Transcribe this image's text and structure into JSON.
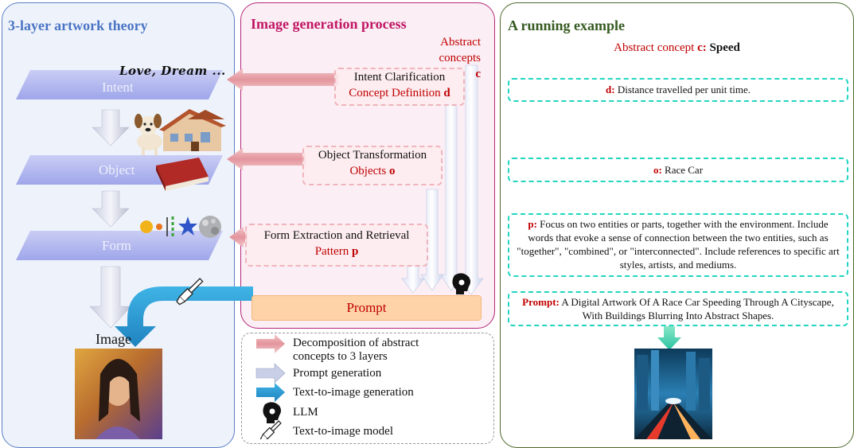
{
  "left_panel": {
    "title": "3-layer artwork theory",
    "layers": [
      "Intent",
      "Object",
      "Form"
    ],
    "handwritten": "Love, Dream ...",
    "image_label": "Image"
  },
  "middle_panel": {
    "title": "Image generation process",
    "abstract_concepts": {
      "line1": "Abstract",
      "line2": "concepts",
      "var": "c"
    },
    "intent_box": {
      "line1": "Intent Clarification",
      "line2": "Concept Definition",
      "var": "d"
    },
    "object_box": {
      "line1": "Object Transformation",
      "line2": "Objects",
      "var": "o"
    },
    "form_box": {
      "line1": "Form Extraction and Retrieval",
      "line2": "Pattern",
      "var": "p"
    },
    "prompt_label": "Prompt"
  },
  "legend": {
    "decomposition_line1": "Decomposition of abstract",
    "decomposition_line2": "concepts to 3 layers",
    "prompt_generation": "Prompt generation",
    "t2i_generation": "Text-to-image generation",
    "llm": "LLM",
    "t2i_model": "Text-to-image model"
  },
  "right_panel": {
    "title": "A running example",
    "concept_prefix": "Abstract concept",
    "concept_var": "c:",
    "concept_value": "Speed",
    "d": {
      "key": "d:",
      "text": "Distance travelled per unit time."
    },
    "o": {
      "key": "o:",
      "text": "Race Car"
    },
    "p": {
      "key": "p:",
      "text": "Focus on two entities or parts, together with the environment. Include words that evoke a sense of connection between the two entities, such as \"together\", \"combined\", or \"interconnected\". Include references to specific art styles, artists, and mediums."
    },
    "prompt": {
      "key": "Prompt:",
      "text": "A Digital Artwork Of A Race Car Speeding Through A Cityscape, With Buildings Blurring Into Abstract Shapes."
    }
  },
  "colors": {
    "left_border": "#5a7ec2",
    "mid_border": "#b4277a",
    "right_border": "#4c6a2c",
    "accent_red": "#c00000",
    "teal_dash": "#20d6c2"
  },
  "icons": [
    "puppy-icon",
    "house-icon",
    "book-icon",
    "shapes-icon",
    "llm-head-icon",
    "paintbrush-icon"
  ]
}
